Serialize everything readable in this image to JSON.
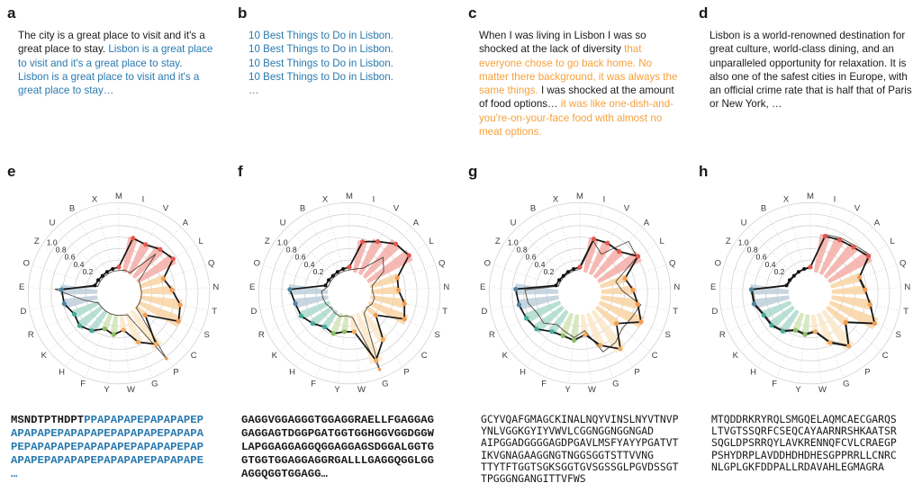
{
  "colors": {
    "black": "#1a1a1a",
    "blue": "#2979ae",
    "orange": "#f6a13c",
    "thick_line": "#141414",
    "thin_line": "#40382e",
    "ring": "#d2d2d2",
    "spoke": "#c8c8c8",
    "tick_text": "#2b2b2b",
    "cat_text": "#3c3c3c"
  },
  "figure": {
    "top_panels": [
      {
        "letter": "a",
        "segments": [
          [
            "black",
            "The city is a great place to visit and it's a great place to stay. "
          ],
          [
            "blue",
            "Lisbon is a great place to visit and it's a great place to stay.\nLisbon is a great place to visit and it's a great place to stay…"
          ]
        ]
      },
      {
        "letter": "b",
        "segments": [
          [
            "blue",
            "10 Best Things to Do in Lisbon.\n10 Best Things to Do in Lisbon.\n10 Best Things to Do in Lisbon.\n10 Best Things to Do in Lisbon.\n…"
          ]
        ]
      },
      {
        "letter": "c",
        "segments": [
          [
            "black",
            "When I was living in Lisbon I was so shocked at the lack of diversity "
          ],
          [
            "orange",
            "that everyone chose to go back home. No matter there background, it was always the same things. "
          ],
          [
            "black",
            "I was shocked at the amount of food options… "
          ],
          [
            "orange",
            "it was like one-dish-and-you're-on-your-face food with almost no meat options."
          ]
        ]
      },
      {
        "letter": "d",
        "segments": [
          [
            "black",
            "Lisbon is a world-renowned destination for great culture, world-class dining, and an unparalleled opportunity for relaxation. It is also one of the safest cities in Europe, with an official crime rate that is half that of Paris or New York, …"
          ]
        ]
      }
    ],
    "bottom_panels": [
      {
        "letter": "e",
        "mono": "courier",
        "segments": [
          [
            "black",
            "MSNDTPTHDPT"
          ],
          [
            "blue",
            "PPAPAPAPEPAPAPAPEP\nAPAPAPEPAPAPAPEPAPAPAPEPAPAPA\nPEPAPAPAPEPAPAPAPEPAPAPAPEPAP\nAPAPEPAPAPAPEPAPAPAPEPAPAPAPE\n…"
          ]
        ]
      },
      {
        "letter": "f",
        "mono": "courier",
        "segments": [
          [
            "black",
            "GAGGVGGAGGGTGGAGGRAELLFGAGGAG\nGAGGAGTDGGPGATGGTGGHGGVGGDGGW\nLAPGGAGGAGGQGGAGGAGSDGGALGGTG\nGTGGTGGAGGAGGRGALLLGAGGQGGLGG\nAGGQGGTGGAGG…"
          ]
        ]
      },
      {
        "letter": "g",
        "mono": "clean",
        "segments": [
          [
            "black",
            "GCYVQAFGMAGCKINALNQYVINSLNYVTNVP\nYNLVGGKGYIYVWVLCGGNGGNGGNGAD\nAIPGGADGGGGAGDPGAVLMSFYAYYPGATVT\nIKVGNAGAAGGNGTNGGSGGTSTTVVNG\nTTYTFTGGTSGKSGGTGVSGSSGLPGVDSSGT\nTPGGGNGANGITTVFWS"
          ]
        ]
      },
      {
        "letter": "h",
        "mono": "clean",
        "segments": [
          [
            "black",
            "MTQDDRKRYRQLSMGQELAQMCAECGARQS\nLTVGTSSQRFCSEQCAYAARNRSHKAATSR\nSQGLDPSRRQYLAVKRENNQFCVLCRAEGP\nPSHYDRPLAVDDHDHDHESGPPRRLLCNRC\nNLGPLGKFDDPALLRDAVAHLEGMAGRA"
          ]
        ]
      }
    ]
  },
  "radar_axes": {
    "categories": [
      "M",
      "I",
      "V",
      "A",
      "L",
      "Q",
      "N",
      "T",
      "S",
      "C",
      "P",
      "G",
      "W",
      "Y",
      "F",
      "H",
      "K",
      "R",
      "D",
      "E",
      "O",
      "Z",
      "U",
      "B",
      "X"
    ],
    "group_of": [
      "red",
      "red",
      "red",
      "red",
      "red",
      "orange",
      "orange",
      "orange",
      "orange",
      "orange",
      "yellow",
      "yellow",
      "yellow",
      "green",
      "green",
      "teal",
      "teal",
      "teal",
      "blue",
      "blue",
      "none",
      "none",
      "none",
      "none",
      "none"
    ],
    "group_colors": {
      "red": {
        "fill": "#f4a9a4",
        "dot": "#e2574f"
      },
      "orange": {
        "fill": "#f9d2a0",
        "dot": "#f19b50"
      },
      "yellow": {
        "fill": "#fbe7c6",
        "dot": "#f0ab63"
      },
      "green": {
        "fill": "#cfe3b2",
        "dot": "#8cbd68"
      },
      "teal": {
        "fill": "#a9d9cc",
        "dot": "#44aa99"
      },
      "blue": {
        "fill": "#bccdd9",
        "dot": "#4f86a3"
      },
      "none": {
        "fill": "none",
        "dot": "#111111"
      }
    },
    "tick_labels": [
      "1.0",
      "0.8",
      "0.6",
      "0.4",
      "0.2"
    ],
    "tick_values": [
      1.0,
      0.8,
      0.6,
      0.4,
      0.2
    ],
    "rlim": [
      0,
      1.2
    ],
    "grid": true
  },
  "chart_data": [
    {
      "type": "radar",
      "panel": "e",
      "series": {
        "bars": [
          0,
          0.62,
          0.6,
          0.68,
          0.75,
          0.46,
          0.57,
          0.73,
          0.79,
          0.2,
          0.78,
          0.56,
          0.28,
          0.37,
          0.3,
          0.45,
          0.53,
          0.5,
          0.61,
          0.64,
          0,
          0,
          0,
          0,
          0
        ],
        "line": [
          0.08,
          0.61,
          0.59,
          0.67,
          0.74,
          0.44,
          0.55,
          0.71,
          0.77,
          0.22,
          0.72,
          0.54,
          0.27,
          0.35,
          0.29,
          0.43,
          0.51,
          0.48,
          0.59,
          0.62,
          0.06,
          0.05,
          0.04,
          0.05,
          0.06
        ],
        "thin": [
          0.02,
          0.04,
          0.03,
          0.56,
          0.04,
          0.02,
          0.02,
          0.02,
          0.02,
          0.02,
          1.03,
          0.03,
          0.01,
          0.01,
          0.01,
          0.01,
          0.01,
          0.02,
          0.25,
          0.74,
          0.01,
          0.01,
          0.01,
          0.01,
          0.02
        ]
      }
    },
    {
      "type": "radar",
      "panel": "f",
      "series": {
        "bars": [
          0,
          0.56,
          0.66,
          0.82,
          0.87,
          0.52,
          0.5,
          0.62,
          0.72,
          0.2,
          0.64,
          0.92,
          0.32,
          0.32,
          0.4,
          0.36,
          0.46,
          0.56,
          0.6,
          0.68,
          0,
          0,
          0,
          0,
          0
        ],
        "line": [
          0.08,
          0.55,
          0.65,
          0.8,
          0.85,
          0.5,
          0.48,
          0.6,
          0.68,
          0.22,
          0.62,
          0.88,
          0.3,
          0.3,
          0.38,
          0.35,
          0.45,
          0.55,
          0.58,
          0.66,
          0.06,
          0.05,
          0.04,
          0.05,
          0.06
        ],
        "thin": [
          0.03,
          0.06,
          0.12,
          0.48,
          0.33,
          0.04,
          0.03,
          0.07,
          0.06,
          0.02,
          0.06,
          1.05,
          0.05,
          0.02,
          0.06,
          0.05,
          0.03,
          0.07,
          0.09,
          0.11,
          0.01,
          0.01,
          0.01,
          0.01,
          0.02
        ]
      }
    },
    {
      "type": "radar",
      "panel": "g",
      "series": {
        "bars": [
          0,
          0.61,
          0.63,
          0.64,
          0.84,
          0.47,
          0.56,
          0.66,
          0.82,
          0.46,
          0.84,
          0.62,
          0.36,
          0.46,
          0.44,
          0.47,
          0.62,
          0.66,
          0.71,
          0.75,
          0,
          0,
          0,
          0,
          0
        ],
        "line": [
          0.08,
          0.6,
          0.62,
          0.62,
          0.82,
          0.45,
          0.55,
          0.65,
          0.8,
          0.45,
          0.82,
          0.6,
          0.35,
          0.45,
          0.42,
          0.45,
          0.6,
          0.65,
          0.7,
          0.74,
          0.06,
          0.05,
          0.04,
          0.05,
          0.06
        ],
        "thin": [
          0.04,
          0.56,
          0.4,
          0.86,
          0.8,
          0.28,
          0.36,
          0.7,
          0.62,
          0.58,
          0.68,
          0.72,
          0.28,
          0.4,
          0.34,
          0.3,
          0.44,
          0.44,
          0.54,
          0.58,
          0.02,
          0.02,
          0.02,
          0.02,
          0.03
        ]
      }
    },
    {
      "type": "radar",
      "panel": "h",
      "series": {
        "bars": [
          0,
          0.67,
          0.7,
          0.74,
          0.84,
          0.54,
          0.6,
          0.7,
          0.88,
          0.44,
          0.78,
          0.57,
          0.32,
          0.37,
          0.34,
          0.46,
          0.52,
          0.54,
          0.64,
          0.67,
          0,
          0,
          0,
          0,
          0
        ],
        "line": [
          0.08,
          0.65,
          0.68,
          0.72,
          0.82,
          0.52,
          0.58,
          0.68,
          0.86,
          0.42,
          0.76,
          0.55,
          0.3,
          0.35,
          0.32,
          0.44,
          0.5,
          0.52,
          0.62,
          0.65,
          0.06,
          0.05,
          0.04,
          0.05,
          0.06
        ],
        "thin": [
          0.06,
          0.68,
          0.72,
          0.76,
          0.86,
          0.5,
          0.56,
          0.7,
          0.84,
          0.4,
          0.74,
          0.52,
          0.28,
          0.33,
          0.3,
          0.42,
          0.48,
          0.5,
          0.6,
          0.63,
          0.04,
          0.03,
          0.03,
          0.04,
          0.05
        ]
      }
    }
  ]
}
